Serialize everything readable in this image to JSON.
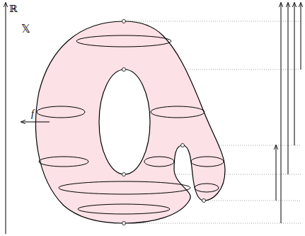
{
  "diagram": {
    "labels": [
      "ℝ",
      "𝕏",
      "f"
    ]
  }
}
